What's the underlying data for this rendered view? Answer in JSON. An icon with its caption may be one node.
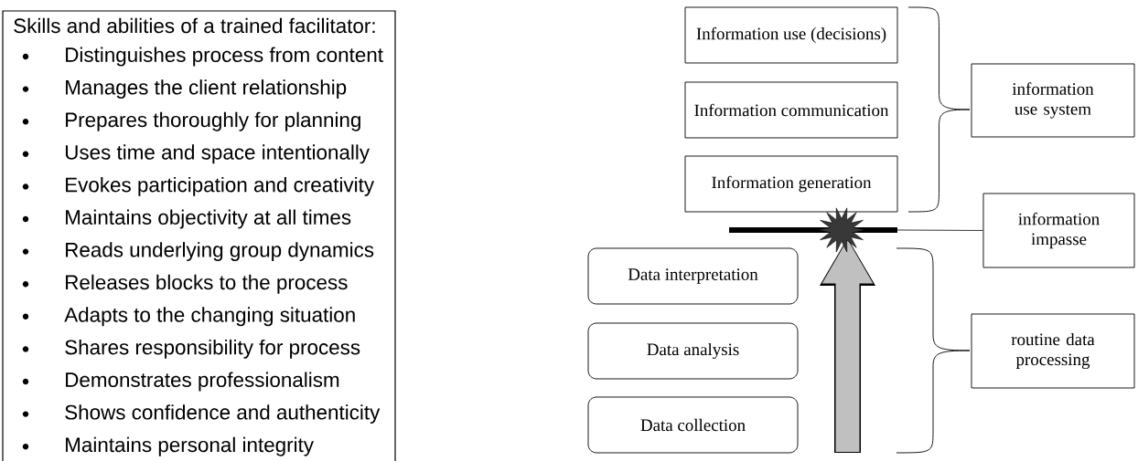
{
  "diagram": {
    "nodes": [
      {
        "text": [
          "Skills and abilities of a trained facilitator:",
          "Distinguishes process from content",
          "Manages the client relationship",
          "Prepares thoroughly for planning",
          "Uses time and space intentionally",
          "Evokes participation and creativity",
          "Maintains objectivity at all times",
          "Reads underlying group dynamics",
          "Releases blocks to the process",
          "Adapts to the changing situation",
          "Shares responsibility for process",
          "Demonstrates professionalism",
          "Shows confidence and authenticity",
          "Maintains personal integrity"
        ]
      },
      {
        "text": [
          "Information use (decisions)"
        ]
      },
      {
        "text": [
          "Information communication"
        ]
      },
      {
        "text": [
          "Information generation"
        ]
      },
      {
        "text": [
          "information use system"
        ]
      },
      {
        "text": [],
        "shape": "bar"
      },
      {
        "text": [
          "information impasse"
        ]
      },
      {
        "text": [
          "Data interpretation"
        ]
      },
      {
        "text": [
          "Data analysis"
        ]
      },
      {
        "text": [
          "Data collection"
        ]
      },
      {
        "text": [
          "routine data processing"
        ]
      }
    ],
    "edges": [
      {
        "from": 6,
        "to": 5,
        "arrow": "none"
      },
      {
        "from": null,
        "to": 5,
        "arrow": "to",
        "style": "thick",
        "color": "#c0c0c0"
      }
    ]
  }
}
